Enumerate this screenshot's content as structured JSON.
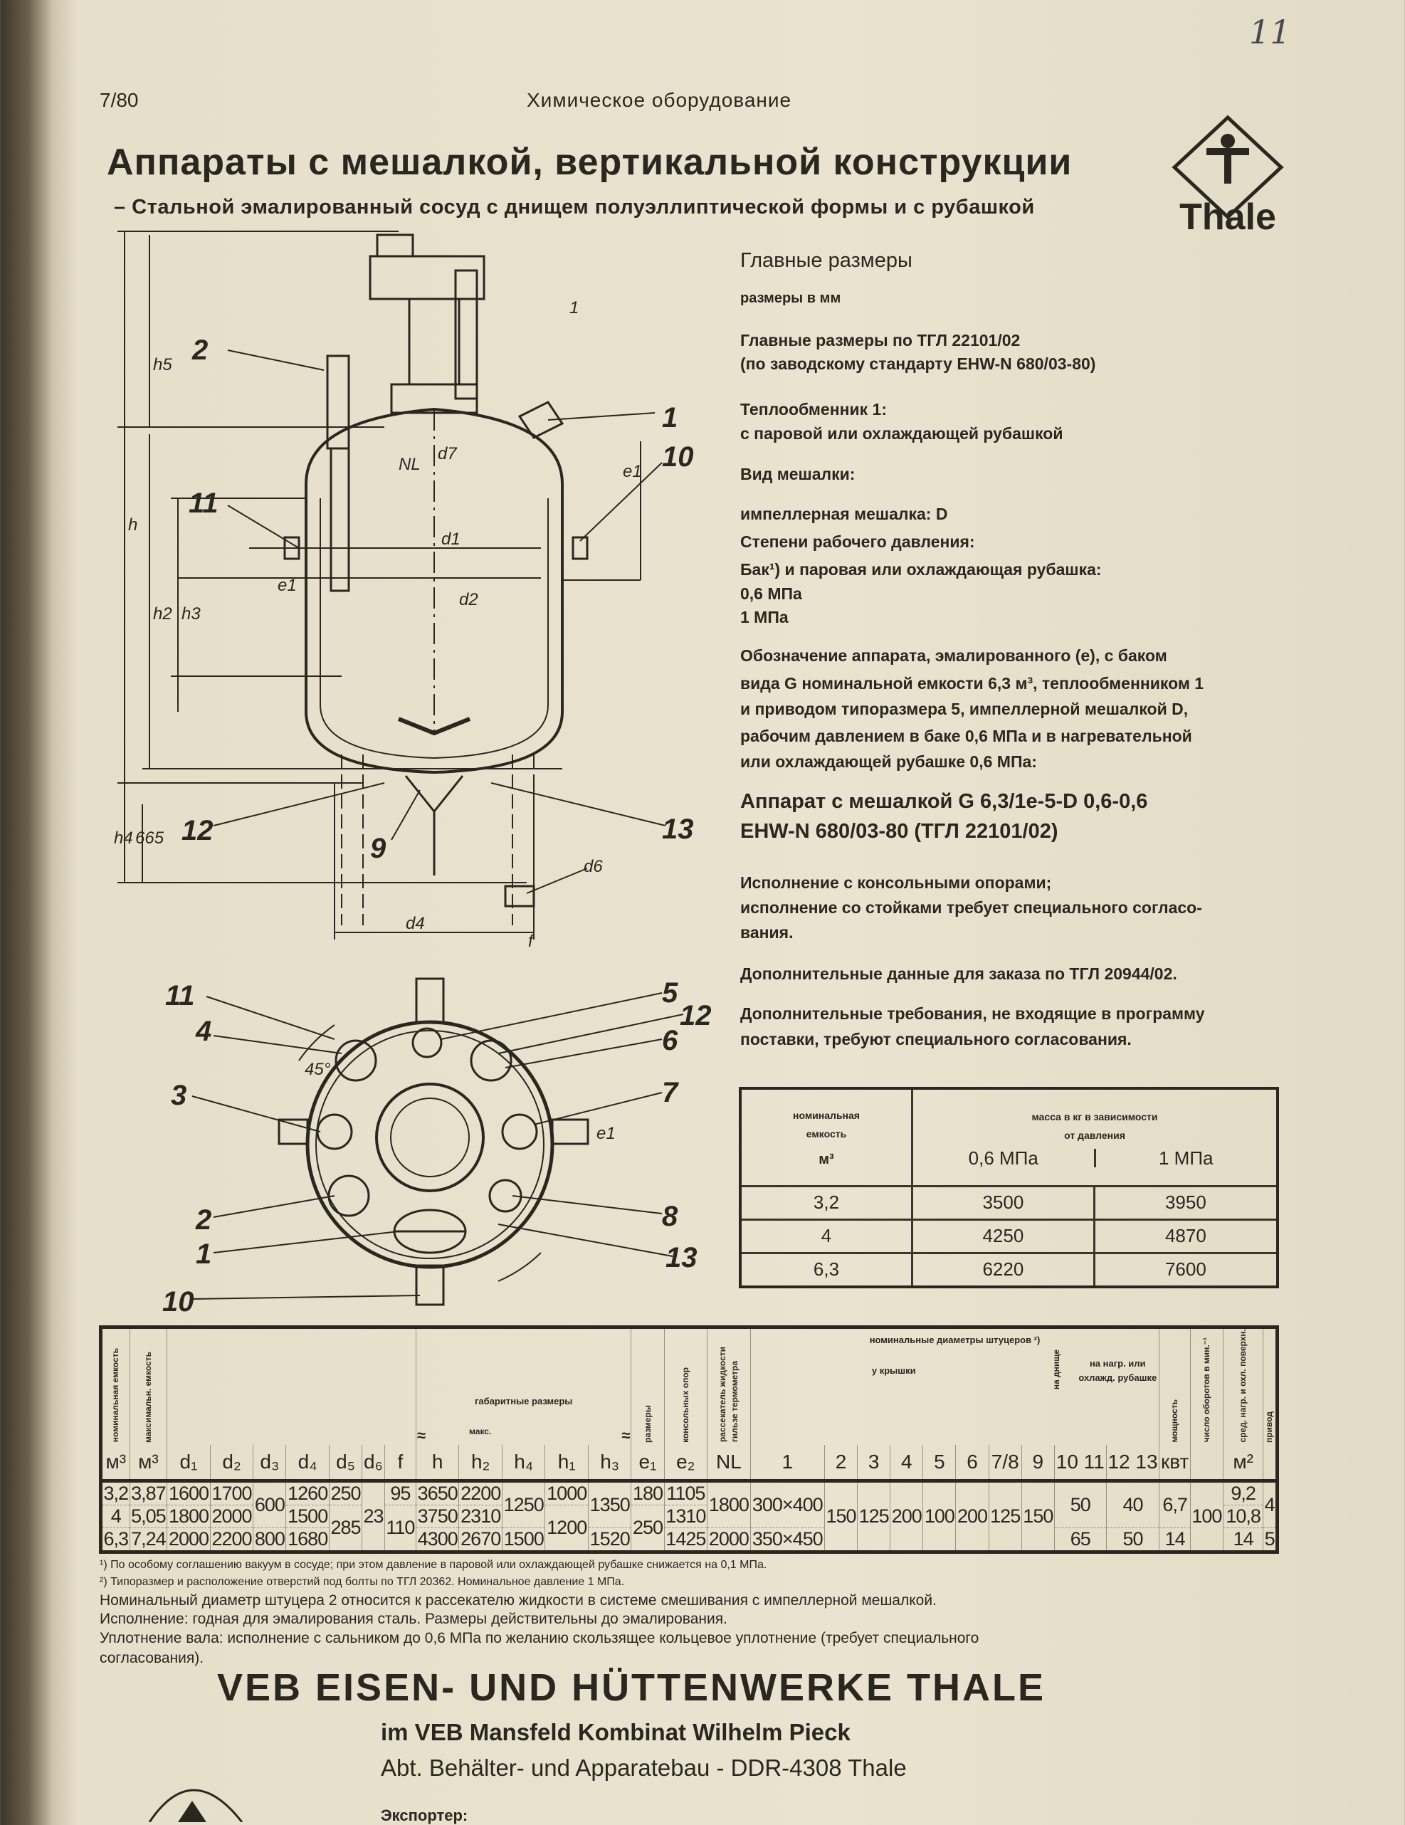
{
  "page_number": "11",
  "issue": "7/80",
  "section": "Химическое оборудование",
  "title": "Аппараты с мешалкой, вертикальной конструкции",
  "subtitle": "– Стальной эмалированный сосуд с днищем полуэллиптической формы и с рубашкой",
  "logo_text": "Thale",
  "drawing": {
    "elevation_callouts": {
      "c1": "1",
      "c2": "2",
      "c9": "9",
      "c10": "10",
      "c11": "11",
      "c12": "12",
      "c13": "13"
    },
    "dims": {
      "h5": "h5",
      "h": "h",
      "h2": "h2",
      "h3": "h3",
      "e1": "e1",
      "e1b": "e1",
      "d1": "d1",
      "d2": "d2",
      "d7": "d7",
      "d4": "d4",
      "d6": "d6",
      "h4": "h4",
      "v665": "665",
      "f": "f",
      "nl": "NL",
      "sec": "1"
    },
    "plan_callouts": {
      "p1": "1",
      "p2": "2",
      "p3": "3",
      "p4": "4",
      "p5": "5",
      "p6": "6",
      "p7": "7",
      "p8": "8",
      "p10": "10",
      "p11": "11",
      "p12": "12",
      "p13": "13",
      "pe1": "e1",
      "pangle": "45°"
    }
  },
  "specs": {
    "l1": "Главные размеры",
    "l2": "размеры в мм",
    "l3": "Главные размеры по ТГЛ 22101/02",
    "l4": "(по заводскому стандарту EHW-N 680/03-80)",
    "l5": "Теплообменник 1:",
    "l6": "с паровой или охлаждающей рубашкой",
    "l7": "Вид мешалки:",
    "l8": "импеллерная мешалка:    D",
    "l9": "Степени рабочего давления:",
    "l10": "Бак¹) и паровая или охлаждающая рубашка:",
    "l11": "0,6 МПа",
    "l12": "1   МПа",
    "l13": "Обозначение  аппарата,  эмалированного  (e),  с  баком",
    "l14": "вида G номинальной емкости 6,3 м³, теплообменником 1",
    "l15": "и приводом типоразмера 5, импеллерной мешалкой D,",
    "l16": "рабочим давлением в баке 0,6 МПа и в нагревательной",
    "l17": "или охлаждающей рубашке 0,6 МПа:",
    "l18": "Аппарат с мешалкой G 6,3/1e-5-D 0,6-0,6",
    "l19": "EHW-N 680/03-80 (ТГЛ 22101/02)",
    "l20": "Исполнение с консольными опорами;",
    "l21": "исполнение со стойками требует специального согласо-",
    "l22": "вания.",
    "l23": "Дополнительные данные для заказа по ТГЛ 20944/02.",
    "l24": "Дополнительные требования, не входящие в программу",
    "l25": "поставки, требуют специального согласования."
  },
  "mass_table": {
    "h_capacity_1": "номинальная",
    "h_capacity_2": "емкость",
    "h_capacity_unit": "м³",
    "h_mass_1": "масса в кг в зависимости",
    "h_mass_2": "от давления",
    "h_p1": "0,6 МПа",
    "h_p2": "1 МПа",
    "rows": [
      [
        "3,2",
        "3500",
        "3950"
      ],
      [
        "4",
        "4250",
        "4870"
      ],
      [
        "6,3",
        "6220",
        "7600"
      ]
    ]
  },
  "main_table": {
    "groups": {
      "nom": "номинальная емкость",
      "max": "максимальн. емкость",
      "gab": "габаритные размеры",
      "approx": "≈",
      "maks": "макс.",
      "e1": "размеры",
      "e2": "консольных опор",
      "nl": "рассекатель жидкости",
      "therm": "гильзе термометра",
      "nozzles": "номинальные диаметры штуцеров ²)",
      "lid": "у крышки",
      "bottom": "на днище",
      "jacket": "на нагр. или охлажд. рубашке",
      "power": "мощность",
      "rpm": "число оборотов в мин.⁻¹",
      "area": "сред. нагр. и охл. поверхн.",
      "drive": "привод"
    },
    "symbols": [
      "м³",
      "м³",
      "d₁",
      "d₂",
      "d₃",
      "d₄",
      "d₅",
      "d₆",
      "f",
      "h",
      "h₂",
      "h₄",
      "h₁",
      "h₃",
      "e₁",
      "e₂",
      "NL",
      "1",
      "2",
      "3",
      "4",
      "5",
      "6",
      "7/8",
      "9",
      "10 11",
      "12 13",
      "квт",
      "",
      "м²",
      ""
    ],
    "rows": [
      [
        {
          "v": "3,2"
        },
        {
          "v": "3,87"
        },
        {
          "v": "1600"
        },
        {
          "v": "1700"
        },
        {
          "v": "600",
          "rs": 2
        },
        {
          "v": "1260"
        },
        {
          "v": "250"
        },
        {
          "v": "23",
          "rs": 3
        },
        {
          "v": "95"
        },
        {
          "v": "3650"
        },
        {
          "v": "2200"
        },
        {
          "v": "1250",
          "rs": 2
        },
        {
          "v": "1000"
        },
        {
          "v": "1350",
          "rs": 2
        },
        {
          "v": "180"
        },
        {
          "v": "1105"
        },
        {
          "v": "1800",
          "rs": 2
        },
        {
          "v": "300×400",
          "rs": 2
        },
        {
          "v": "150",
          "rs": 3
        },
        {
          "v": "125",
          "rs": 3
        },
        {
          "v": "200",
          "rs": 3
        },
        {
          "v": "100",
          "rs": 3
        },
        {
          "v": "200",
          "rs": 3
        },
        {
          "v": "125",
          "rs": 3
        },
        {
          "v": "150",
          "rs": 3
        },
        {
          "v": "50",
          "rs": 2
        },
        {
          "v": "40",
          "rs": 2
        },
        {
          "v": "6,7",
          "rs": 2
        },
        {
          "v": "100",
          "rs": 3
        },
        {
          "v": "9,2"
        },
        {
          "v": "4",
          "rs": 2
        }
      ],
      [
        {
          "v": "4"
        },
        {
          "v": "5,05"
        },
        {
          "v": "1800"
        },
        {
          "v": "2000"
        },
        {
          "v": "1500"
        },
        {
          "v": "285",
          "rs": 2
        },
        {
          "v": "110",
          "rs": 2
        },
        {
          "v": "3750"
        },
        {
          "v": "2310"
        },
        {
          "v": "1200",
          "rs": 2
        },
        {
          "v": "250",
          "rs": 2
        },
        {
          "v": "1310"
        },
        {
          "v": "10,8"
        }
      ],
      [
        {
          "v": "6,3"
        },
        {
          "v": "7,24"
        },
        {
          "v": "2000"
        },
        {
          "v": "2200"
        },
        {
          "v": "800"
        },
        {
          "v": "1680"
        },
        {
          "v": "4300"
        },
        {
          "v": "2670"
        },
        {
          "v": "1500"
        },
        {
          "v": "1520"
        },
        {
          "v": "1425"
        },
        {
          "v": "2000"
        },
        {
          "v": "350×450"
        },
        {
          "v": "65"
        },
        {
          "v": "50"
        },
        {
          "v": "14"
        },
        {
          "v": "14"
        },
        {
          "v": "5"
        }
      ]
    ]
  },
  "footnotes": {
    "f1": "¹) По особому соглашению вакуум в сосуде; при этом давление в паровой или охлаждающей рубашке снижается на 0,1 МПа.",
    "f2": "²) Типоразмер и расположение отверстий под болты по ТГЛ 20362. Номинальное давление 1 МПа.",
    "n1": "Номинальный диаметр штуцера 2 относится к рассекателю жидкости в системе смешивания с импеллерной мешалкой.",
    "n2": "Исполнение: годная для эмалирования сталь. Размеры действительны до эмалирования.",
    "n3": "Уплотнение вала: исполнение с сальником до 0,6 МПа по желанию скользящее кольцевое уплотнение (требует специального",
    "n4": "согласования)."
  },
  "company": {
    "name": "VEB EISEN- UND HÜTTENWERKE THALE",
    "kombinat": "im VEB Mansfeld Kombinat Wilhelm Pieck",
    "dept": "Abt. Behälter- und Apparatebau - DDR-4308 Thale",
    "exporter": "Экспортер:"
  }
}
